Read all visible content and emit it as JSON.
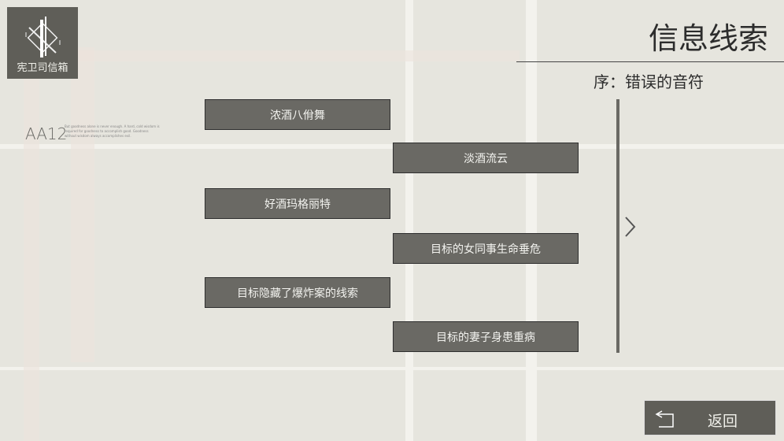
{
  "logo": {
    "label": "宪卫司信箱"
  },
  "code": "AA12",
  "quote": "But goodness alone is never enough. A hard, cold wisdom is required for goodness to accomplish good. Goodness without wisdom always accomplishes evil.",
  "header": {
    "title": "信息线索",
    "subtitle": "序：错误的音符"
  },
  "clues": [
    "浓酒八佾舞",
    "淡酒流云",
    "好酒玛格丽特",
    "目标的女同事生命垂危",
    "目标隐藏了爆炸案的线索",
    "目标的妻子身患重病"
  ],
  "back_label": "返回"
}
